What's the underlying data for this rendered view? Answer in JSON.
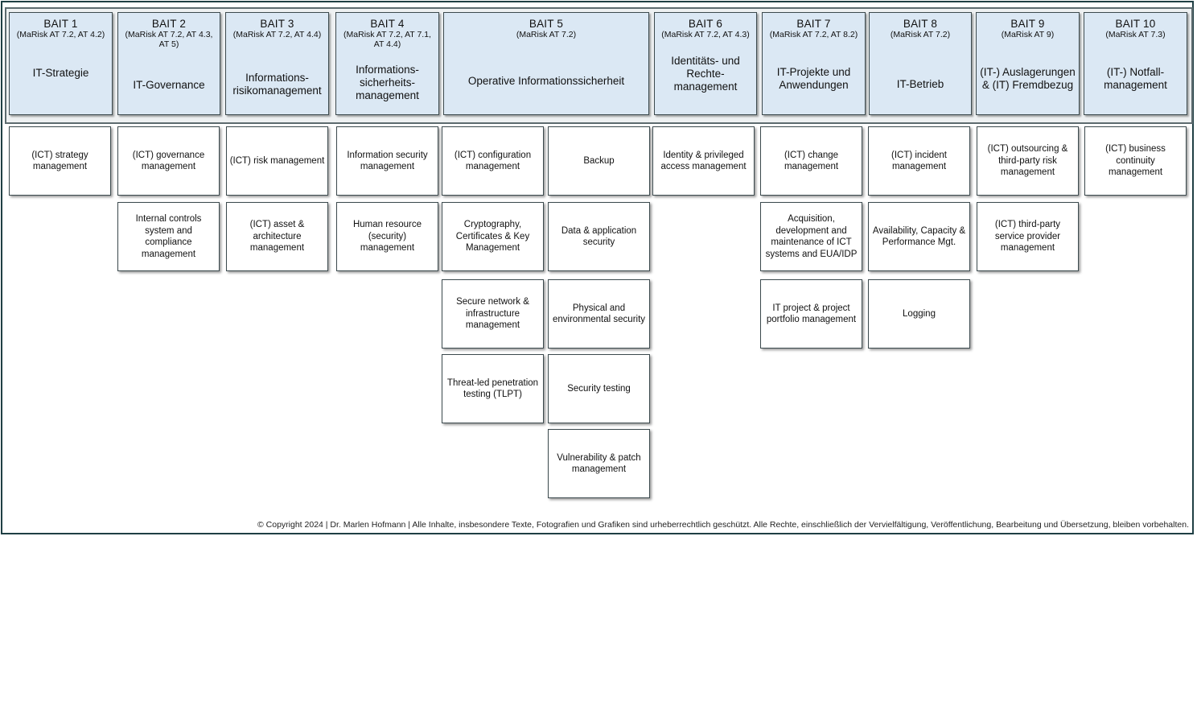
{
  "columns": [
    {
      "code": "BAIT 1",
      "ref": "(MaRisk AT 7.2, AT 4.2)",
      "title": "IT-Strategie"
    },
    {
      "code": "BAIT 2",
      "ref": "(MaRisk AT 7.2, AT 4.3,\nAT 5)",
      "title": "IT-Governance"
    },
    {
      "code": "BAIT 3",
      "ref": "(MaRisk AT 7.2, AT 4.4)",
      "title": "Informations-\nrisikomanagement"
    },
    {
      "code": "BAIT 4",
      "ref": "(MaRisk AT 7.2, AT 7.1,\nAT 4.4)",
      "title": "Informations-\nsicherheits-\nmanagement"
    },
    {
      "code": "BAIT 5",
      "ref": "(MaRisk AT 7.2)",
      "title": "Operative Informationssicherheit"
    },
    {
      "code": "BAIT 6",
      "ref": "(MaRisk AT 7.2, AT 4.3)",
      "title": "Identitäts- und\nRechte-\nmanagement"
    },
    {
      "code": "BAIT 7",
      "ref": "(MaRisk AT 7.2, AT 8.2)",
      "title": "IT-Projekte und\nAnwendungen"
    },
    {
      "code": "BAIT 8",
      "ref": "(MaRisk AT 7.2)",
      "title": "IT-Betrieb"
    },
    {
      "code": "BAIT 9",
      "ref": "(MaRisk AT 9)",
      "title": "(IT-) Auslagerungen\n& (IT) Fremdbezug"
    },
    {
      "code": "BAIT 10",
      "ref": "(MaRisk AT 7.3)",
      "title": "(IT-) Notfall-\nmanagement"
    }
  ],
  "domains": {
    "c1r1": "(ICT) strategy\nmanagement",
    "c2r1": "(ICT) governance\nmanagement",
    "c2r2": "Internal controls\nsystem and\ncompliance\nmanagement",
    "c3r1": "(ICT) risk management",
    "c3r2": "(ICT) asset &\narchitecture\nmanagement",
    "c4r1": "Information security\nmanagement",
    "c4r2": "Human resource\n(security)\nmanagement",
    "c5ar1": "(ICT) configuration\nmanagement",
    "c5ar2": "Cryptography,\nCertificates & Key\nManagement",
    "c5ar3": "Secure network &\ninfrastructure\nmanagement",
    "c5ar4": "Threat-led penetration\ntesting (TLPT)",
    "c5br1": "Backup",
    "c5br2": "Data & application\nsecurity",
    "c5br3": "Physical and\nenvironmental security",
    "c5br4": "Security testing",
    "c5br5": "Vulnerability & patch\nmanagement",
    "c6r1": "Identity & privileged\naccess management",
    "c7r1": "(ICT) change\nmanagement",
    "c7r2": "Acquisition,\ndevelopment and\nmaintenance of ICT\nsystems and EUA/IDP",
    "c7r3": "IT project & project\nportfolio management",
    "c8r1": "(ICT) incident\nmanagement",
    "c8r2": "Availability, Capacity &\nPerformance Mgt.",
    "c8r3": "Logging",
    "c9r1": "(ICT) outsourcing &\nthird-party risk\nmanagement",
    "c9r2": "(ICT) third-party\nservice provider\nmanagement",
    "c10r1": "(ICT) business\ncontinuity\nmanagement"
  },
  "footer": {
    "copyright": "© Copyright 2024 | Dr. Marlen Hofmann | Alle Inhalte, insbesondere Texte, Fotografien und Grafiken sind urheberrechtlich geschützt. Alle Rechte, einschließlich der Vervielfältigung, Veröffentlichung, Bearbeitung und Übersetzung, bleiben vorbehalten."
  }
}
